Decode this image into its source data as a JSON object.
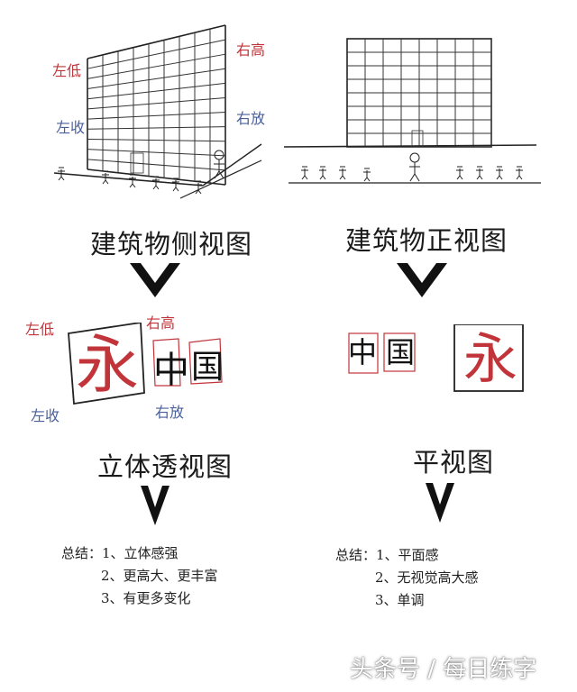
{
  "left_panel": {
    "labels": {
      "left_low": "左低",
      "left_converge": "左收",
      "right_high": "右高",
      "right_spread": "右放"
    },
    "caption": "建筑物侧视图",
    "persp_labels": {
      "left_low": "左低",
      "left_converge": "左收",
      "right_high": "右高",
      "right_spread": "右放"
    },
    "persp_chars": {
      "yong": "永",
      "zhong": "中",
      "guo": "国"
    },
    "caption2": "立体透视图",
    "summary": [
      "总结：1、立体感强",
      "2、更高大、更丰富",
      "3、有更多变化"
    ]
  },
  "right_panel": {
    "caption": "建筑物正视图",
    "flat_chars": {
      "zhong": "中",
      "guo": "国",
      "yong": "永"
    },
    "caption2": "平视图",
    "summary": [
      "总结：1、平面感",
      "2、无视觉高大感",
      "3、单调"
    ]
  },
  "watermark": "头条号 / 每日练字",
  "colors": {
    "red": "#c0343a",
    "blue": "#4a5f9c",
    "ink": "#111111"
  }
}
